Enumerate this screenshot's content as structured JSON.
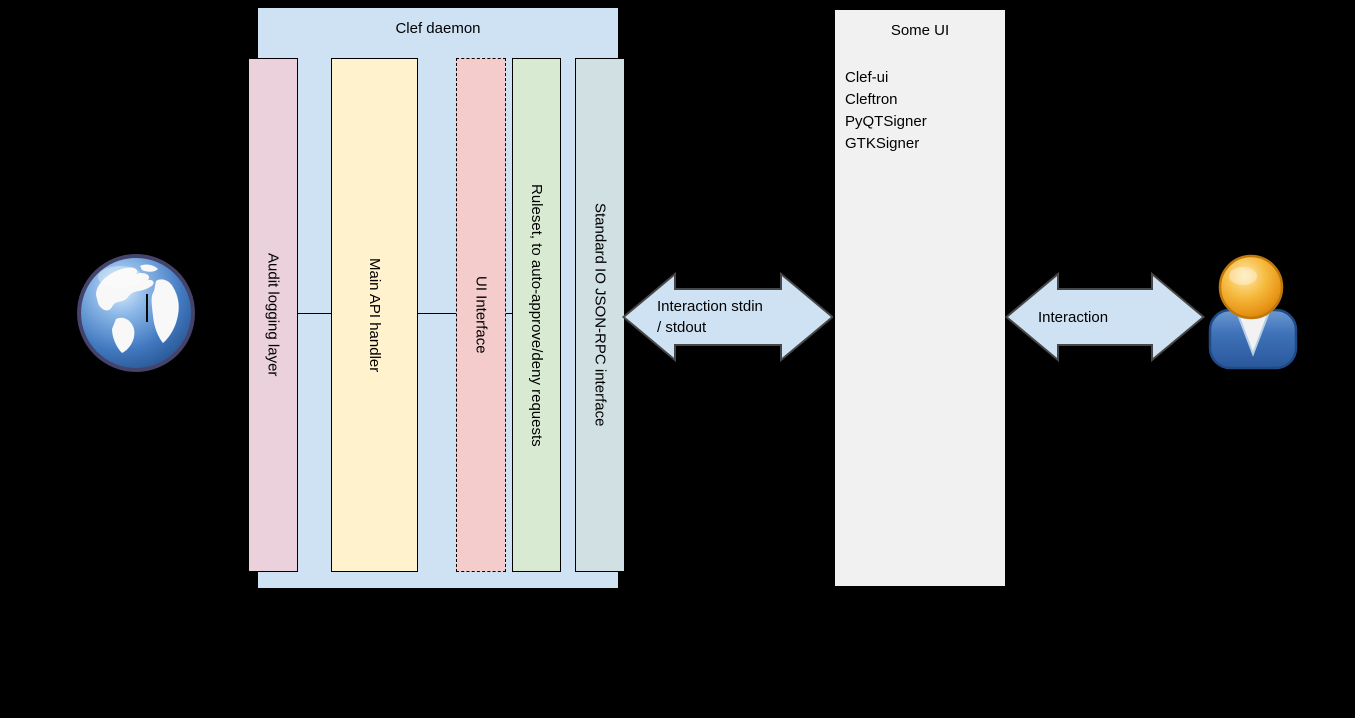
{
  "canvas": {
    "background": "#000000"
  },
  "clef_daemon": {
    "title": "Clef daemon",
    "fill": "#cfe2f3",
    "bars": [
      {
        "label": "Audit logging layer",
        "fill": "#ead1dc",
        "border_style": "solid"
      },
      {
        "label": "Main API handler",
        "fill": "#fff2cc",
        "border_style": "solid"
      },
      {
        "label": "UI Interface",
        "fill": "#f4cccc",
        "border_style": "dashed"
      },
      {
        "label": "Ruleset, to auto-approve/deny requests",
        "fill": "#d9ead3",
        "border_style": "solid"
      },
      {
        "label": "Standard IO JSON-RPC interface",
        "fill": "#d0e0e3",
        "border_style": "solid"
      }
    ]
  },
  "some_ui": {
    "title": "Some UI",
    "fill": "#f1f1f1",
    "border_color": "#000000",
    "items": [
      "Clef-ui",
      "Cleftron",
      "PyQTSigner",
      "GTKSigner"
    ]
  },
  "arrows": {
    "fill": "#cfe2f3",
    "border": "#474747",
    "stdio_arrow": {
      "label_line1": "Interaction stdin",
      "label_line2": "/ stdout"
    },
    "user_arrow": {
      "label": "Interaction"
    }
  },
  "icons": {
    "globe": "globe-icon",
    "user": "user-icon",
    "globe_ocean_color": "#4179c0",
    "user_head_color": "#f0a828",
    "user_body_color": "#3f72b8"
  }
}
